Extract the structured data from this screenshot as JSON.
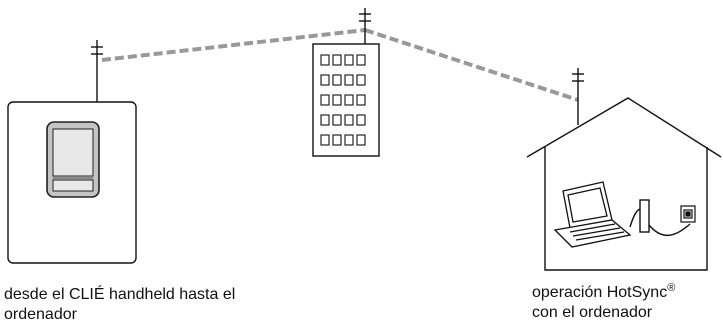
{
  "captions": {
    "left": {
      "line1": "desde el CLIÉ handheld hasta el",
      "line2": "ordenador"
    },
    "right": {
      "line1_text": "operación HotSync",
      "line1_mark": "®",
      "line2": "con el ordenador"
    }
  },
  "colors": {
    "line": "#111111",
    "dashed_link": "#999999",
    "device_screen": "#e6e6e6",
    "device_body": "#bdbdbd"
  }
}
